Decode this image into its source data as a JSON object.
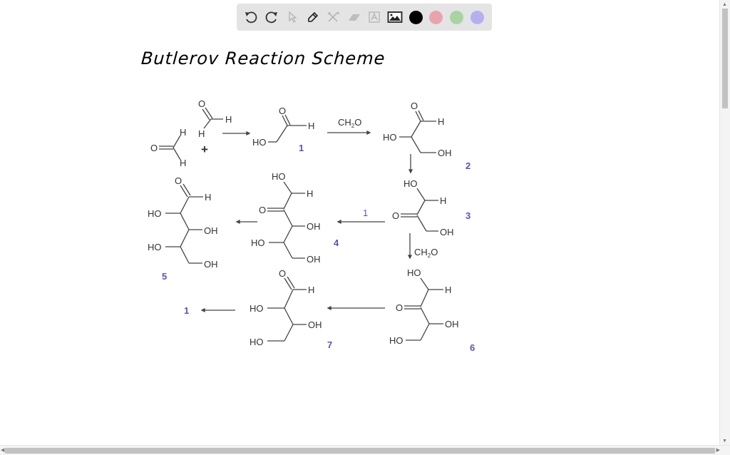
{
  "toolbar": {
    "tools": [
      {
        "name": "undo-icon",
        "enabled": true
      },
      {
        "name": "redo-icon",
        "enabled": true
      },
      {
        "name": "select-pointer-icon",
        "enabled": false
      },
      {
        "name": "pen-icon",
        "enabled": true
      },
      {
        "name": "tools-icon",
        "enabled": false
      },
      {
        "name": "eraser-icon",
        "enabled": false
      },
      {
        "name": "text-box-icon",
        "enabled": false
      },
      {
        "name": "image-icon",
        "enabled": true
      }
    ],
    "colors": [
      "#000000",
      "#e8a4ac",
      "#a8d4a4",
      "#b4b0f0"
    ],
    "selected_color": "#000000"
  },
  "canvas": {
    "handwritten_title": "Butlerov Reaction Scheme",
    "scheme": {
      "labels": {
        "formaldehyde_a": [
          "O",
          "H",
          "H"
        ],
        "formaldehyde_b": [
          "O",
          "H",
          "H"
        ],
        "plus": "+",
        "reagent_ch2o_top": "CH2O",
        "reagent_ch2o_right": "CH2O",
        "reagent_1": "1",
        "oh": "OH",
        "ho": "HO",
        "o": "O",
        "h": "H"
      },
      "compound_numbers": {
        "c1": "1",
        "c2": "2",
        "c3": "3",
        "c4": "4",
        "c5": "5",
        "c6": "6",
        "c7": "7",
        "c1_return": "1"
      }
    }
  },
  "scrollbars": {
    "vertical": {
      "up": "▲",
      "down": "▼"
    },
    "horizontal": {
      "left": "◀",
      "right": "▶"
    }
  }
}
